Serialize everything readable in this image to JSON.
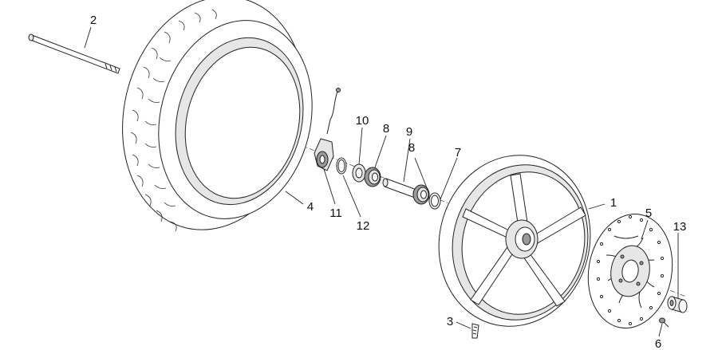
{
  "callouts": [
    {
      "id": "1",
      "label": "1"
    },
    {
      "id": "2",
      "label": "2"
    },
    {
      "id": "3",
      "label": "3"
    },
    {
      "id": "4",
      "label": "4"
    },
    {
      "id": "5",
      "label": "5"
    },
    {
      "id": "6",
      "label": "6"
    },
    {
      "id": "7",
      "label": "7"
    },
    {
      "id": "8a",
      "label": "8"
    },
    {
      "id": "8b",
      "label": "8"
    },
    {
      "id": "9",
      "label": "9"
    },
    {
      "id": "10",
      "label": "10"
    },
    {
      "id": "11",
      "label": "11"
    },
    {
      "id": "12",
      "label": "12"
    },
    {
      "id": "13",
      "label": "13"
    }
  ]
}
